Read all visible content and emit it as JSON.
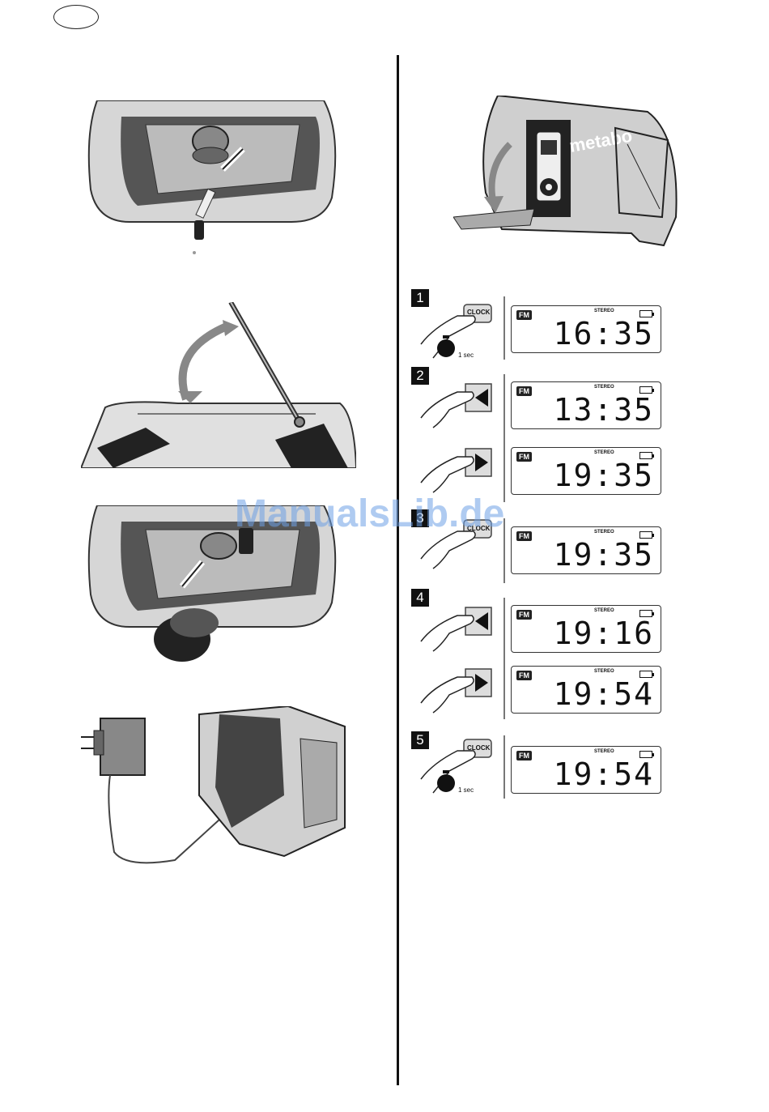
{
  "figures": {
    "battery_compartment_top": {
      "kind": "illustration"
    },
    "antenna": {
      "kind": "illustration"
    },
    "battery_compartment_bottom": {
      "kind": "illustration"
    },
    "power_adapter": {
      "kind": "illustration"
    },
    "ipod_dock": {
      "kind": "illustration",
      "brand_text": "metabo"
    }
  },
  "steps": [
    {
      "number": "1",
      "button_label": "CLOCK",
      "hold_label": "1 sec",
      "displays": [
        {
          "badge": "FM",
          "stereo": "STEREO",
          "time": "16:35"
        }
      ]
    },
    {
      "number": "2",
      "displays": [
        {
          "badge": "FM",
          "stereo": "STEREO",
          "time": "13:35"
        },
        {
          "badge": "FM",
          "stereo": "STEREO",
          "time": "19:35"
        }
      ]
    },
    {
      "number": "3",
      "button_label": "CLOCK",
      "displays": [
        {
          "badge": "FM",
          "stereo": "STEREO",
          "time": "19:35"
        }
      ]
    },
    {
      "number": "4",
      "displays": [
        {
          "badge": "FM",
          "stereo": "STEREO",
          "time": "19:16"
        },
        {
          "badge": "FM",
          "stereo": "STEREO",
          "time": "19:54"
        }
      ]
    },
    {
      "number": "5",
      "button_label": "CLOCK",
      "hold_label": "1 sec",
      "displays": [
        {
          "badge": "FM",
          "stereo": "STEREO",
          "time": "19:54"
        }
      ]
    }
  ],
  "watermark": "ManualsLib.de"
}
